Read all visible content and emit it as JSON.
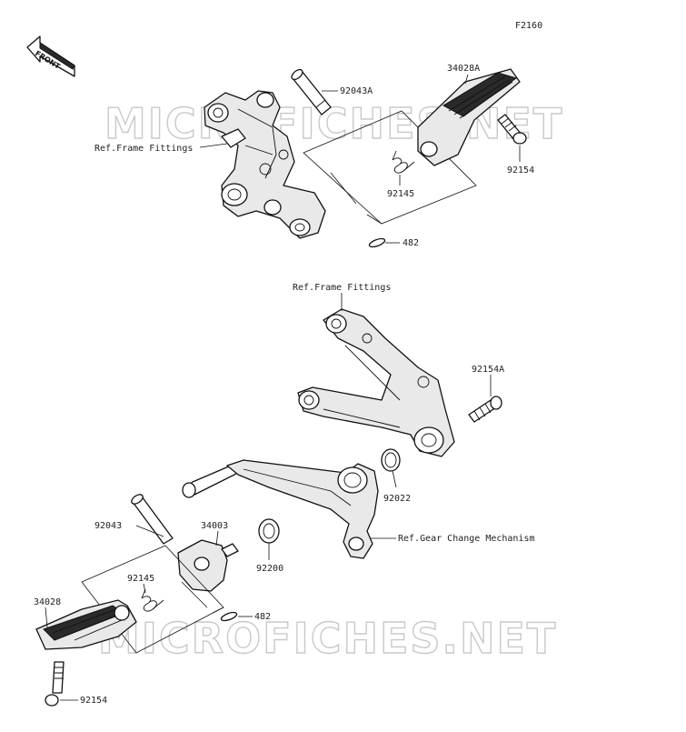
{
  "diagram_code": "F2160",
  "front_badge": "FRONT",
  "watermark": "MICROFICHES.NET",
  "labels": {
    "p92043A": "92043A",
    "p34028A": "34028A",
    "ref_frame_top": "Ref.Frame Fittings",
    "p92154_top": "92154",
    "p92145_top": "92145",
    "p482_top": "482",
    "ref_frame_mid": "Ref.Frame Fittings",
    "p92154A": "92154A",
    "p92022": "92022",
    "ref_gear": "Ref.Gear Change Mechanism",
    "p92043": "92043",
    "p34003": "34003",
    "p92200": "92200",
    "p92145_bot": "92145",
    "p482_bot": "482",
    "p34028": "34028",
    "p92154_bot": "92154"
  }
}
